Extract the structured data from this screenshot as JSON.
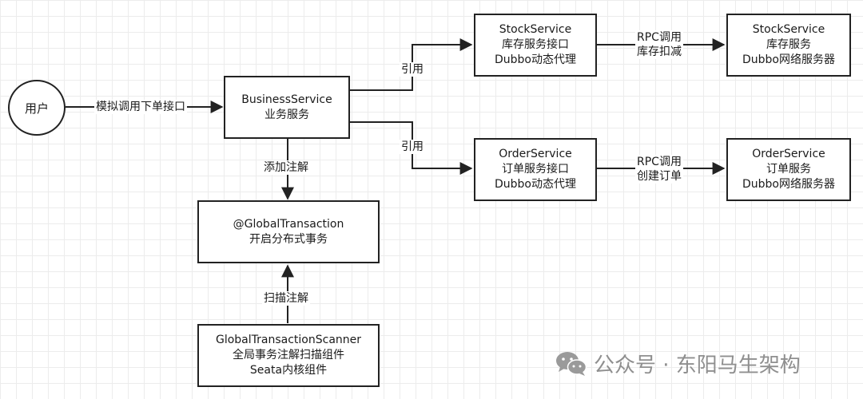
{
  "nodes": {
    "user": "用户",
    "business": [
      "BusinessService",
      "业务服务"
    ],
    "stock_iface": [
      "StockService",
      "库存服务接口",
      "Dubbo动态代理"
    ],
    "stock_svc": [
      "StockService",
      "库存服务",
      "Dubbo网络服务器"
    ],
    "order_iface": [
      "OrderService",
      "订单服务接口",
      "Dubbo动态代理"
    ],
    "order_svc": [
      "OrderService",
      "订单服务",
      "Dubbo网络服务器"
    ],
    "global_tx": [
      "@GlobalTransaction",
      "开启分布式事务"
    ],
    "scanner": [
      "GlobalTransactionScanner",
      "全局事务注解扫描组件",
      "Seata内核组件"
    ]
  },
  "edges": {
    "user_business": "模拟调用下单接口",
    "ref_stock": "引用",
    "ref_order": "引用",
    "stock_rpc": [
      "RPC调用",
      "库存扣减"
    ],
    "order_rpc": [
      "RPC调用",
      "创建订单"
    ],
    "add_annotation": "添加注解",
    "scan_annotation": "扫描注解"
  },
  "watermark": "公众号 · 东阳马生架构"
}
